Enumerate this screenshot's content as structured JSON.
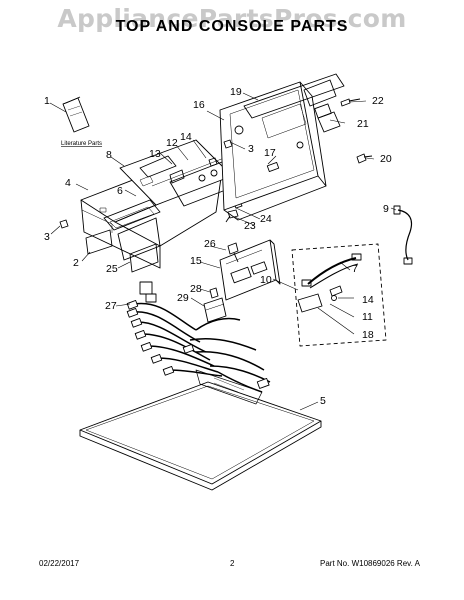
{
  "watermark": "AppliancePartsPros.com",
  "title": "TOP AND CONSOLE PARTS",
  "literature_label": "Literature Parts",
  "callouts": [
    "1",
    "2",
    "3",
    "3",
    "4",
    "5",
    "6",
    "7",
    "8",
    "9",
    "10",
    "11",
    "12",
    "13",
    "14",
    "14",
    "15",
    "16",
    "17",
    "18",
    "19",
    "20",
    "21",
    "22",
    "23",
    "24",
    "25",
    "26",
    "27",
    "28",
    "29"
  ],
  "footer": {
    "date": "02/22/2017",
    "page": "2",
    "part_no": "Part No.  W10869026  Rev.  A"
  }
}
